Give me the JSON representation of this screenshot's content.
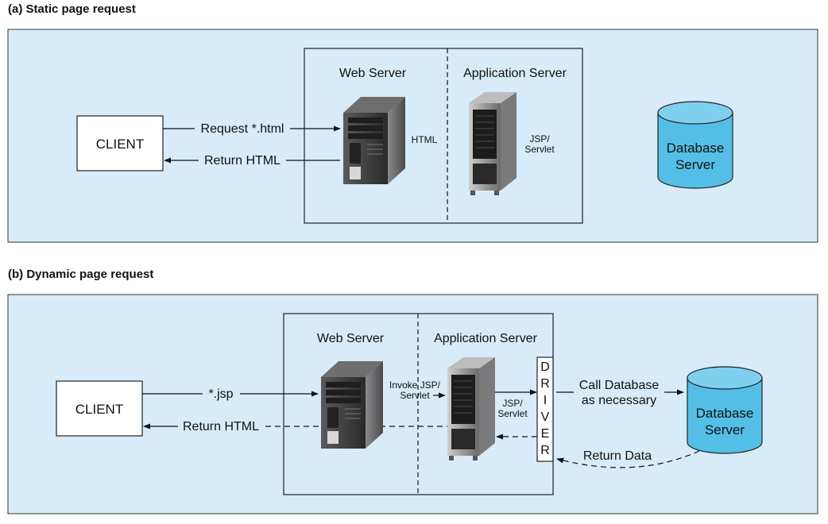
{
  "panel_a": {
    "heading": "(a) Static page request",
    "client": "CLIENT",
    "request_label": "Request *.html",
    "return_label": "Return HTML",
    "web_server": "Web Server",
    "app_server": "Application Server",
    "html_label": "HTML",
    "jsp_line1": "JSP/",
    "jsp_line2": "Servlet",
    "db_line1": "Database",
    "db_line2": "Server"
  },
  "panel_b": {
    "heading": "(b) Dynamic page request",
    "client": "CLIENT",
    "request_label": "*.jsp",
    "return_label": "Return HTML",
    "web_server": "Web Server",
    "app_server": "Application Server",
    "invoke_line1": "Invoke JSP/",
    "invoke_line2": "Servlet",
    "jsp_line1": "JSP/",
    "jsp_line2": "Servlet",
    "driver_letters": [
      "D",
      "R",
      "I",
      "V",
      "E",
      "R"
    ],
    "call_line1": "Call Database",
    "call_line2": "as necessary",
    "return_data": "Return Data",
    "db_line1": "Database",
    "db_line2": "Server"
  },
  "colors": {
    "panel_fill": "#d7ecf8",
    "database_fill": "#54bfe6"
  }
}
